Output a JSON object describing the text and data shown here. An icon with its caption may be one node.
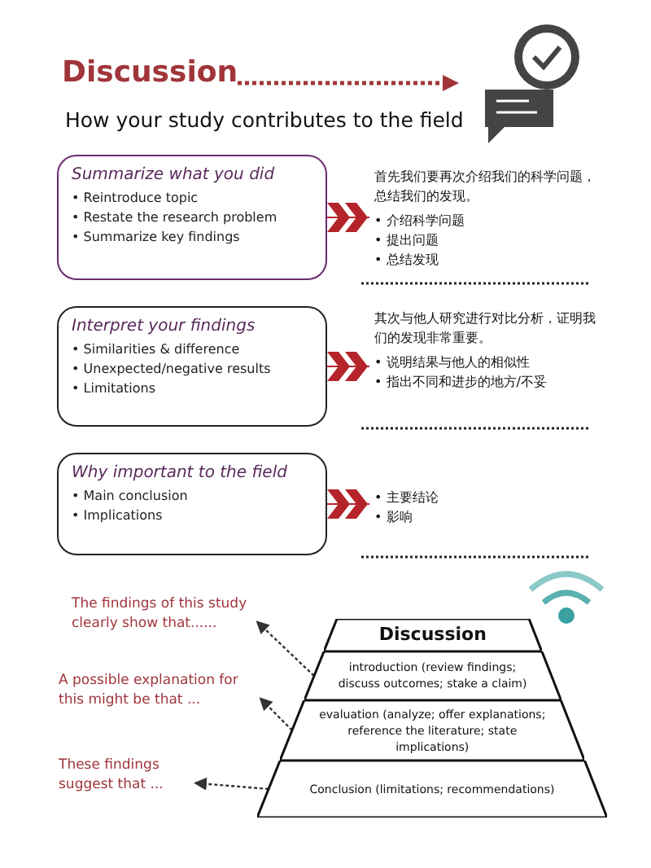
{
  "diagram": {
    "title": "Discussion",
    "nodes": [
      {
        "text": [
          "Summarize what you did",
          "• Reintroduce topic",
          "• Restate the research problem",
          "• Summarize key findings"
        ]
      },
      {
        "text": [
          "首先我们要再次介绍我们的科学问题，总结我们的发现。",
          "• 介绍科学问题",
          "• 提出问题",
          "• 总结发现"
        ]
      },
      {
        "text": [
          "Interpret your findings",
          "• Similarities & difference",
          "• Unexpected/negative results",
          "• Limitations"
        ]
      },
      {
        "text": [
          "其次与他人研究进行对比分析，证明我们的发现非常重要。",
          "• 说明结果与他人的相似性",
          "• 指出不同和进步的地方/不妥"
        ]
      },
      {
        "text": [
          "Why important to the field",
          "• Main conclusion",
          "• Implications"
        ]
      },
      {
        "text": [
          "• 主要结论",
          "• 影响"
        ]
      },
      {
        "text": [
          "Discussion"
        ]
      },
      {
        "text": [
          "introduction (review findings; discuss outcomes; stake a claim)"
        ]
      },
      {
        "text": [
          "evaluation (analyze; offer explanations; reference the literature; state implications)"
        ]
      },
      {
        "text": [
          "Conclusion (limitations; recommendations)"
        ]
      },
      {
        "text": [
          "The findings of this study clearly show that......"
        ]
      },
      {
        "text": [
          "A possible explanation for this might be that ..."
        ]
      },
      {
        "text": [
          "These findings suggest that ..."
        ]
      }
    ],
    "edges": [
      {
        "from": 0,
        "to": 1,
        "arrow": "to"
      },
      {
        "from": 2,
        "to": 3,
        "arrow": "to"
      },
      {
        "from": 4,
        "to": 5,
        "arrow": "to"
      },
      {
        "from": 7,
        "to": 10,
        "arrow": "to",
        "style": "dashed",
        "color": "#333333"
      },
      {
        "from": 8,
        "to": 11,
        "arrow": "to",
        "style": "dashed",
        "color": "#333333"
      },
      {
        "from": 9,
        "to": 12,
        "arrow": "to",
        "style": "dashed",
        "color": "#333333"
      }
    ],
    "labels": [
      "How your study contributes to the field"
    ]
  }
}
